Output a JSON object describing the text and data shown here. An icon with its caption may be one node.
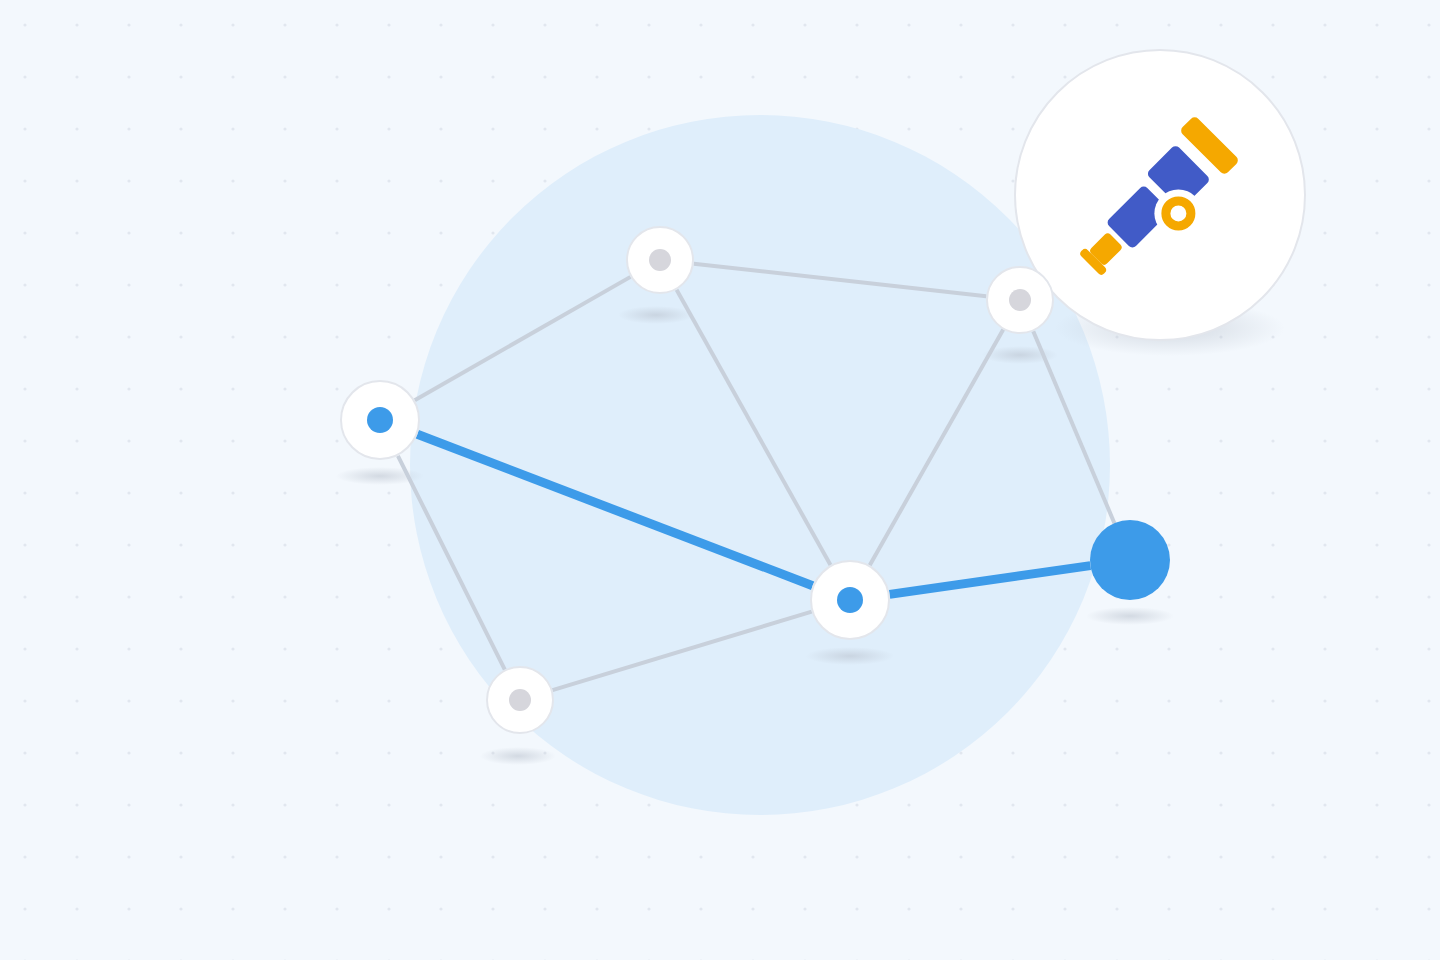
{
  "diagram": {
    "nodes": [
      {
        "text": [],
        "shape": "circle"
      },
      {
        "text": [],
        "shape": "circle"
      },
      {
        "text": [],
        "shape": "circle"
      },
      {
        "text": [],
        "shape": "circle"
      },
      {
        "text": [],
        "shape": "circle"
      },
      {
        "text": [],
        "shape": "circle"
      }
    ],
    "edges": [
      {
        "from": 2,
        "to": 0,
        "arrow": "none"
      },
      {
        "from": 0,
        "to": 1,
        "arrow": "none"
      },
      {
        "from": 0,
        "to": 4,
        "arrow": "none"
      },
      {
        "from": 1,
        "to": 4,
        "arrow": "none"
      },
      {
        "from": 1,
        "to": 3,
        "arrow": "none"
      },
      {
        "from": 2,
        "to": 5,
        "arrow": "none"
      },
      {
        "from": 5,
        "to": 4,
        "arrow": "none"
      },
      {
        "from": 2,
        "to": 4,
        "arrow": "none",
        "style": "thick",
        "color": "#3d9be9"
      },
      {
        "from": 4,
        "to": 3,
        "arrow": "none",
        "style": "thick",
        "color": "#3d9be9"
      }
    ]
  }
}
